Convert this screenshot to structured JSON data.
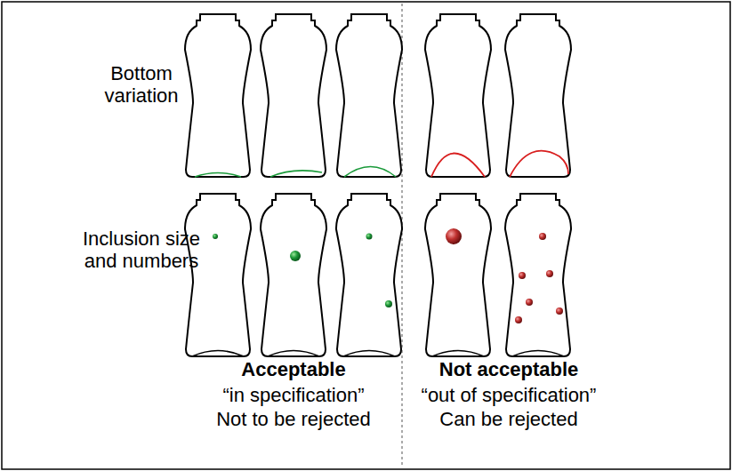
{
  "diagram": {
    "labels": [
      "Bottom variation",
      "Inclusion size and numbers",
      "Acceptable",
      "“in specification”",
      "Not to be rejected",
      "Not acceptable",
      "“out of specification”",
      "Can be rejected"
    ]
  }
}
